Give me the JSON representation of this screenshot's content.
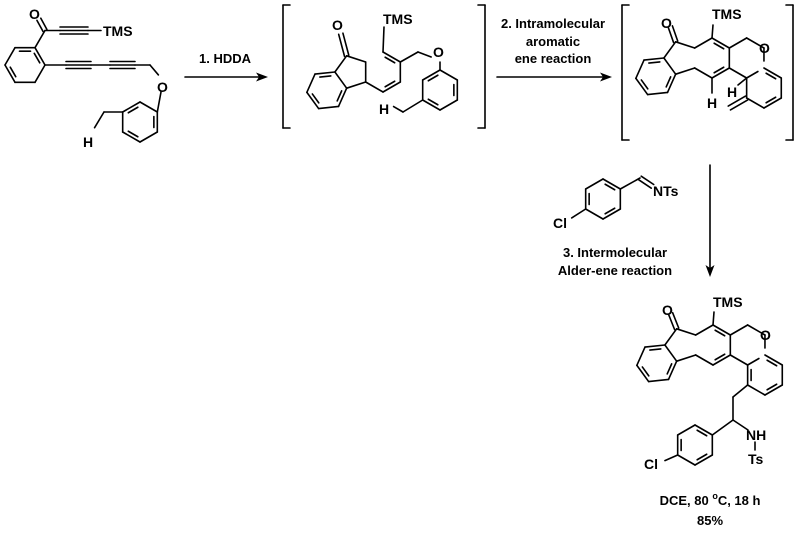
{
  "colors": {
    "ink": "#000000",
    "background": "#ffffff"
  },
  "atoms": {
    "O": "O",
    "TMS": "TMS",
    "H": "H",
    "Cl": "Cl",
    "NTs": "NTs",
    "NH": "NH",
    "Ts": "Ts"
  },
  "steps": {
    "step1": "1. HDDA",
    "step2_line1": "2. Intramolecular",
    "step2_line2": "aromatic",
    "step2_line3": "ene reaction",
    "step3_line1": "3. Intermolecular",
    "step3_line2": "Alder-ene reaction"
  },
  "conditions": {
    "prefix": "DCE, 80 ",
    "degree": "o",
    "suffix": "C, 18 h",
    "yield": "85%"
  }
}
